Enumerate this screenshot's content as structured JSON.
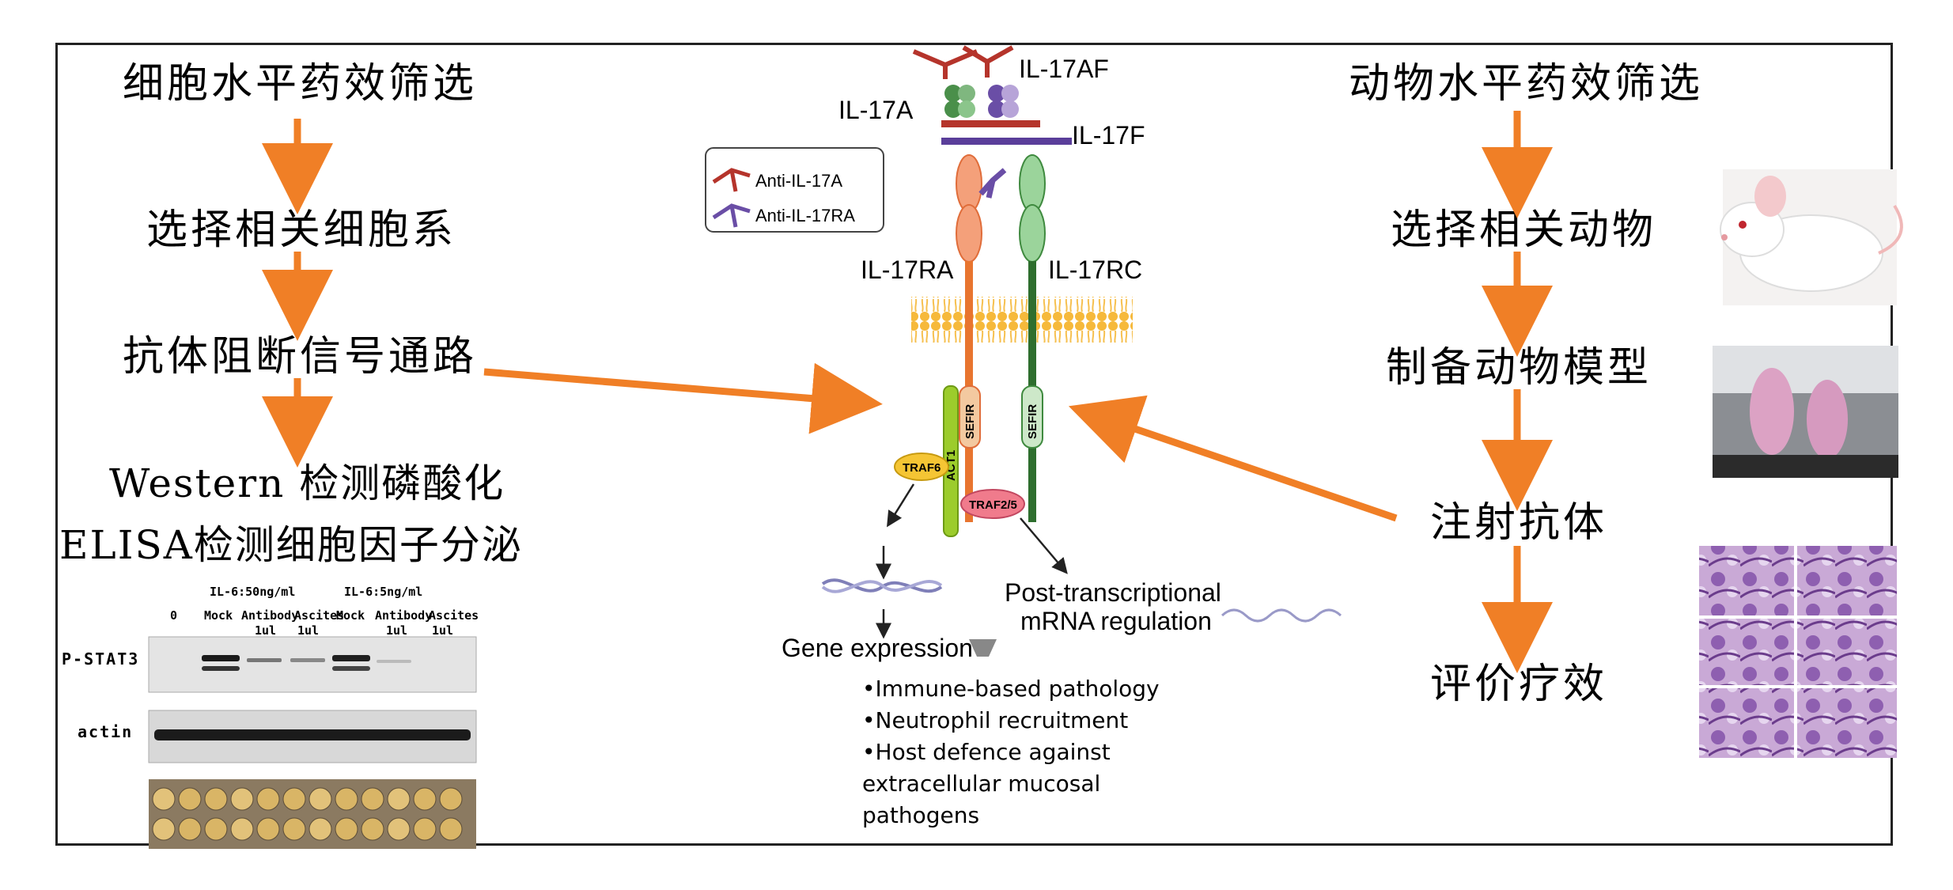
{
  "left_flow": {
    "step1": "细胞水平药效筛选",
    "step2": "选择相关细胞系",
    "step3": "抗体阻断信号通路",
    "step4": "Western 检测磷酸化",
    "step5": "ELISA检测细胞因子分泌"
  },
  "right_flow": {
    "step1": "动物水平药效筛选",
    "step2": "选择相关动物",
    "step3": "制备动物模型",
    "step4": "注射抗体",
    "step5": "评价疗效"
  },
  "pathway": {
    "il17af": "IL-17AF",
    "il17a": "IL-17A",
    "il17f": "IL-17F",
    "legend_anti_il17a": "Anti-IL-17A",
    "legend_anti_il17ra": "Anti-IL-17RA",
    "il17ra": "IL-17RA",
    "il17rc": "IL-17RC",
    "sefir": "SEFIR",
    "act1": "ACT1",
    "traf6": "TRAF6",
    "traf25": "TRAF2/5",
    "post_transcriptional_1": "Post-transcriptional",
    "post_transcriptional_2": "mRNA regulation",
    "gene_expression": "Gene expression",
    "outcomes": [
      "•Immune-based pathology",
      "•Neutrophil recruitment",
      "•Host defence against",
      "extracellular mucosal",
      "pathogens"
    ]
  },
  "blot": {
    "group1": "IL-6:50ng/ml",
    "group2": "IL-6:5ng/ml",
    "lane0": "0",
    "lanes": [
      "Mock",
      "Antibody",
      "Ascites",
      "Mock",
      "Antibody",
      "Ascites"
    ],
    "dose1": "1ul",
    "dose2": "1ul",
    "dose3": "1ul",
    "dose4": "1ul",
    "row1": "P-STAT3",
    "row2": "actin"
  },
  "colors": {
    "arrow_orange": "#f07f26",
    "il17a_red": "#b5342b",
    "il17f_purple": "#6a4ea6",
    "rc_green": "#3f8a3f",
    "act1_green": "#9ccc2c",
    "membrane": "#f6c04f"
  }
}
